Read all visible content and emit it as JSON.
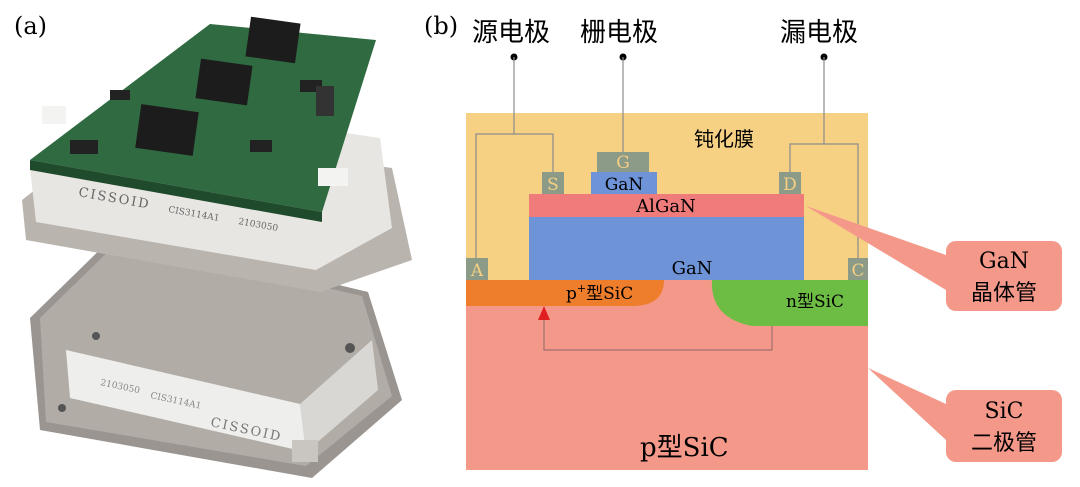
{
  "panel_labels": {
    "a": "(a)",
    "b": "(b)"
  },
  "photo": {
    "board_brand": "CISSOID",
    "board_part": "CIS3114A1",
    "board_code": "2103050",
    "base_brand": "CISSOID",
    "base_part": "CIS3114A1",
    "base_code": "2103050"
  },
  "electrodes": {
    "source": "源电极",
    "gate": "栅电极",
    "drain": "漏电极"
  },
  "layers": {
    "passivation": "钝化膜",
    "algan": "AlGaN",
    "gan_channel": "GaN",
    "gan_cap": "GaN",
    "p_plus_sic_prefix": "p",
    "p_plus_sic_sup": "+",
    "p_plus_sic_suffix": "型SiC",
    "n_sic": "n型SiC",
    "p_sic": "p型SiC"
  },
  "contacts": {
    "s": "S",
    "g": "G",
    "d": "D",
    "a": "A",
    "c": "C"
  },
  "callouts": {
    "gan_transistor_line1": "GaN",
    "gan_transistor_line2": "晶体管",
    "sic_diode_line1": "SiC",
    "sic_diode_line2": "二极管"
  },
  "colors": {
    "passivation": "#f6d083",
    "algan": "#ef7b7b",
    "gan": "#6e93d6",
    "p_plus_sic": "#ee7d2c",
    "n_sic": "#6dbd45",
    "p_sic": "#f4998a",
    "contact": "#8c9a88",
    "callout": "#f4998a",
    "current_arrow": "#e02020"
  }
}
